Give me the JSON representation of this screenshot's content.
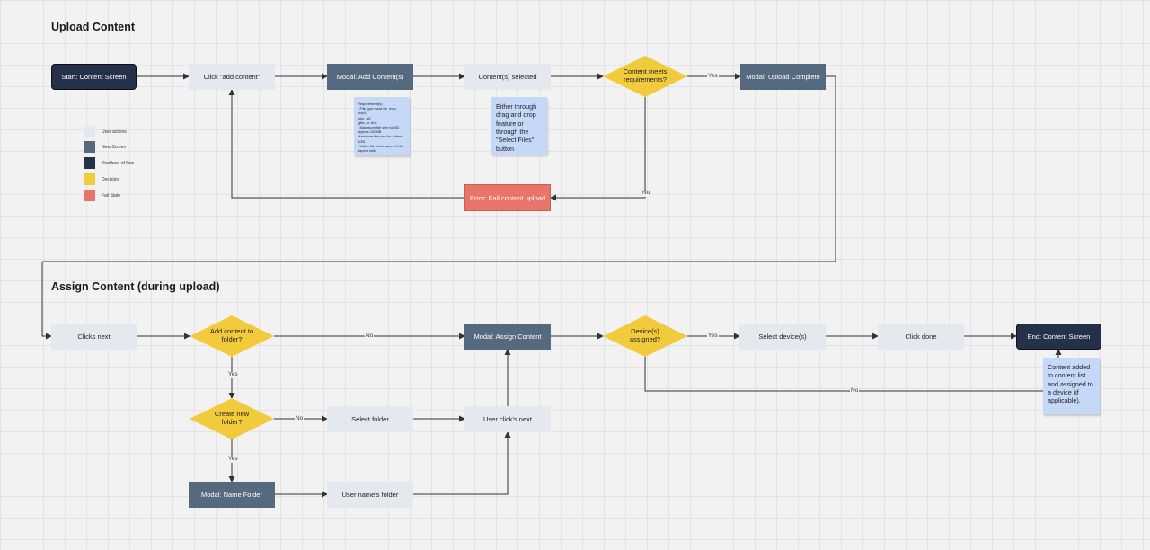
{
  "sections": {
    "upload_title": "Upload Content",
    "assign_title": "Assign Content (during upload)"
  },
  "colors": {
    "user_action": "#e4e9ef",
    "new_screen": "#566a7f",
    "start_end": "#25314a",
    "decision": "#f2cb3c",
    "fail_state": "#e8746a",
    "sticky": "#c6d8f7"
  },
  "nodes": {
    "start": "Start: Content Screen",
    "click_add": "Click \"add content\"",
    "modal_add": "Modal: Add Content(s)",
    "selected": "Content(s) selected",
    "meets_req": "Content meets requirements?",
    "upload_complete": "Modal: Upload Complete",
    "error": "Error: Fail content upload",
    "clicks_next": "Clicks next",
    "add_to_folder": "Add content to folder?",
    "modal_assign": "Modal: Assign Content",
    "device_assigned": "Device(s) assigned?",
    "select_device": "Select device(s)",
    "click_done": "Click done",
    "end": "End: Content Screen",
    "create_folder": "Create new folder?",
    "select_folder": "Select folder",
    "user_next": "User click's next",
    "modal_name": "Modal: Name Folder",
    "user_names": "User name's folder"
  },
  "edge_labels": {
    "yes_upload": "Yes",
    "no_upload": "No",
    "no_folder": "No",
    "yes_folder": "Yes",
    "yes_device": "Yes",
    "no_create": "No",
    "yes_create": "Yes",
    "no_device": "No"
  },
  "stickies": {
    "requirements": "Requirement(s)\n- File type must be .mov, .mp4,\n.ota, .gif,\n.gifs, or .ifcs\n- Maximum file size for 3D\nobjects 100MB\nMaximum file size for videos:\n1GB\n- Video file must have a 9:16\naspect ratio",
    "drag_drop": "Either through drag and drop feature or through the \"Select Files\" button",
    "end_note": "Content added to content list and assigned to a device (if applicable)."
  },
  "legend": [
    {
      "label": "User actions",
      "color": "#e4e9ef"
    },
    {
      "label": "New Screen",
      "color": "#566a7f"
    },
    {
      "label": "Start/end of flow",
      "color": "#25314a"
    },
    {
      "label": "Decision",
      "color": "#f2cb3c"
    },
    {
      "label": "Fail State",
      "color": "#e8746a"
    }
  ]
}
